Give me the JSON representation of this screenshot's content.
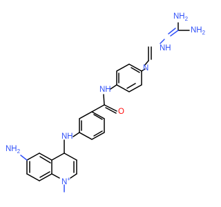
{
  "molecule": {
    "atom_labels": {
      "guanidine_nh2_top": "NH",
      "guanidine_nh2_top_sub": "2",
      "guanidine_nh2_right": "NH",
      "guanidine_nh2_right_sub": "2",
      "hydrazone_nh": "NH",
      "hydrazone_n": "N",
      "imine_n": "N",
      "amide_nh": "NH",
      "amide_o": "O",
      "amine_nh": "NH",
      "aniline_nh2": "NH",
      "aniline_nh2_sub": "2",
      "quinolinium_n": "N",
      "quinolinium_charge": "+",
      "methyl_label": ""
    },
    "colors": {
      "nitrogen": "#3050f8",
      "oxygen": "#ff0d0d",
      "carbon": "#000000"
    }
  }
}
